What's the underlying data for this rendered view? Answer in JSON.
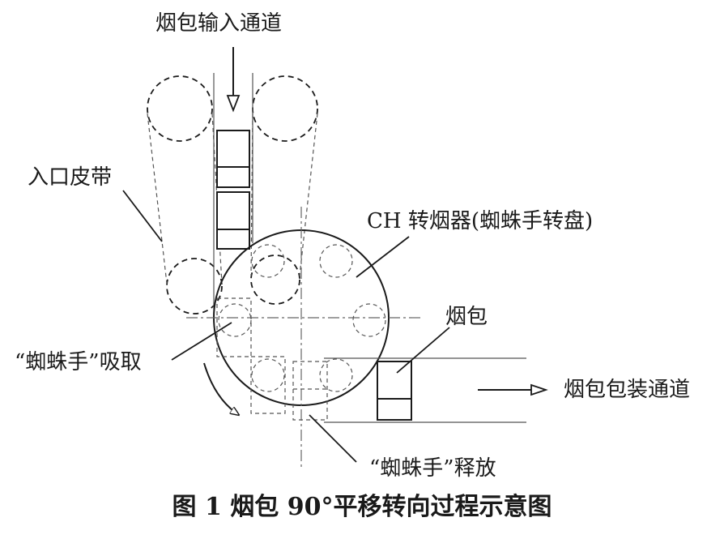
{
  "labels": {
    "input_channel": "烟包输入通道",
    "entry_belt": "入口皮带",
    "ch_turner": "CH 转烟器(蜘蛛手转盘)",
    "pack": "烟包",
    "spider_pick": "“蜘蛛手”吸取",
    "pack_channel": "烟包包装通道",
    "spider_release": "“蜘蛛手”释放"
  },
  "caption": "图 1  烟包 90°平移转向过程示意图"
}
